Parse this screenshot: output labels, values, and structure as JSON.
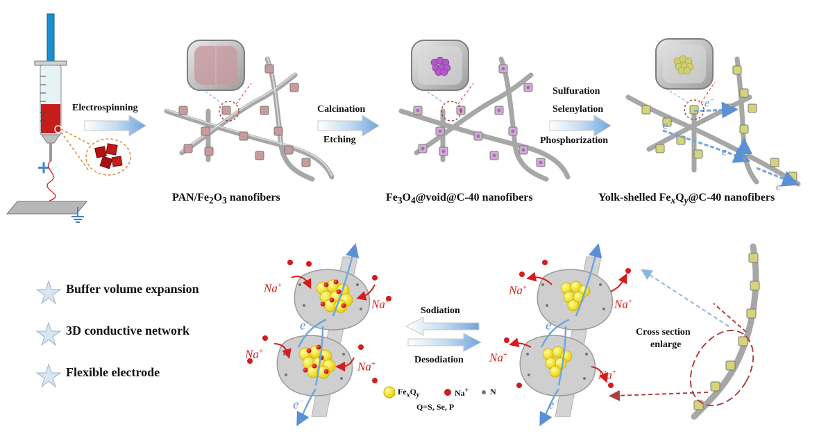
{
  "steps": {
    "electrospinning": "Electrospinning",
    "calcination": "Calcination",
    "etching": "Etching",
    "sulfuration": "Sulfuration",
    "selenylation": "Selenylation",
    "phosphorization": "Phosphorization"
  },
  "fibers": {
    "pan": {
      "prefix": "PAN/Fe",
      "sub1": "2",
      "mid": "O",
      "sub2": "3",
      "suffix": " nanofibers"
    },
    "fe3o4": {
      "prefix": "Fe",
      "sub1": "3",
      "mid": "O",
      "sub2": "4",
      "suffix": "@void@C-40 nanofibers"
    },
    "yolk": {
      "prefix": "Yolk-shelled Fe",
      "sub1": "x",
      "mid": "Q",
      "sub2": "y",
      "suffix": "@C-40 nanofibers"
    }
  },
  "features": [
    "Buffer volume expansion",
    "3D conductive network",
    "Flexible electrode"
  ],
  "process": {
    "sodiation": "Sodiation",
    "desodiation": "Desodiation",
    "cross_section_line1": "Cross section",
    "cross_section_line2": "enlarge"
  },
  "ions": {
    "na": "Na",
    "charge": "+",
    "electron": "e",
    "electron_charge": "−"
  },
  "legend": {
    "fexqy_prefix": "Fe",
    "fexqy_sub1": "x",
    "fexqy_mid": "Q",
    "fexqy_sub2": "y",
    "na": "Na",
    "na_charge": "+",
    "n": "N",
    "q_def": "Q=S, Se, P"
  },
  "colors": {
    "fiber": "#9a9a9a",
    "cube": "#b5525a",
    "yolk": "#f7e52a",
    "na_ion": "#d41c1c",
    "electron": "#5b8fd6",
    "arrow": "#6fa6dc",
    "dashed": "#b04040"
  }
}
